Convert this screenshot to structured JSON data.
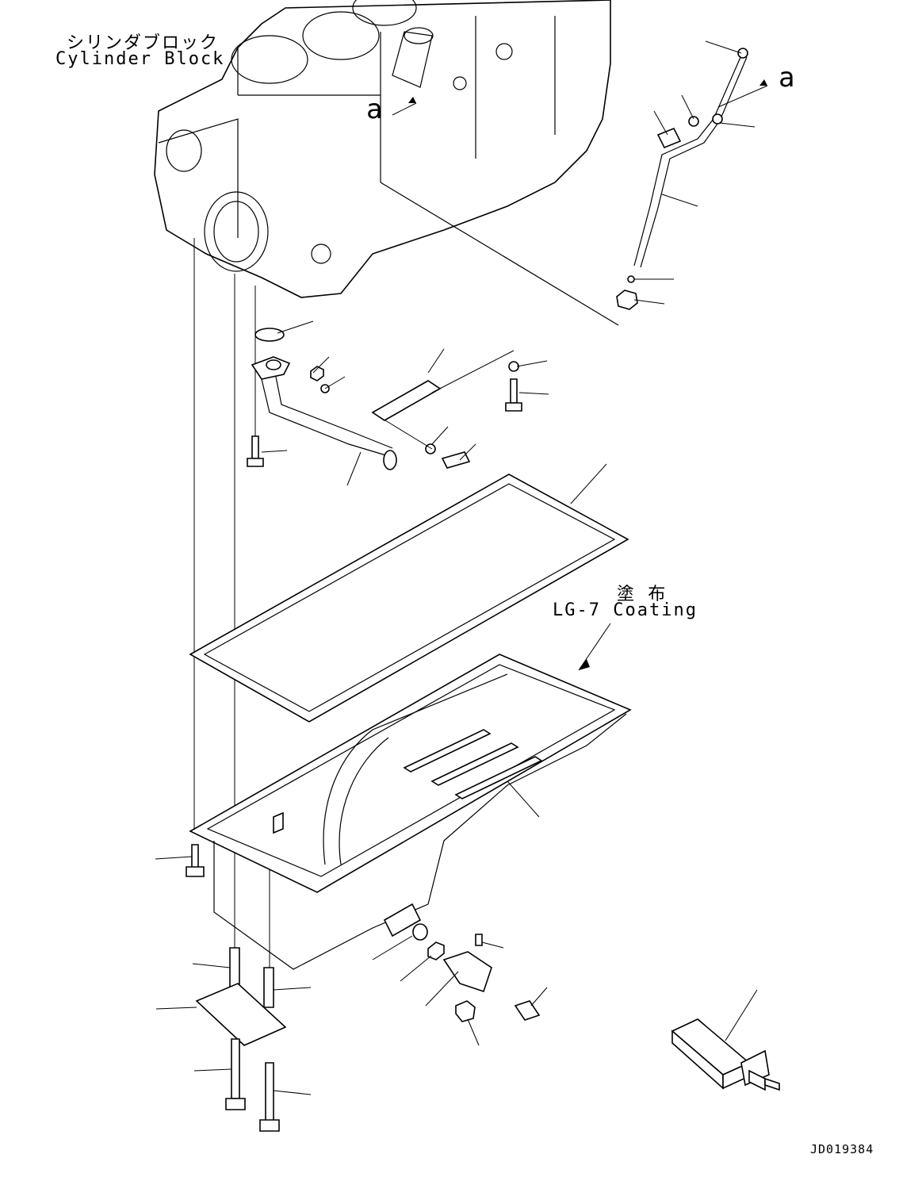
{
  "labels": {
    "block_jp": "シリンダブロック",
    "block_en": "Cylinder Block",
    "coating_jp": "塗 布",
    "coating_en": "LG-7 Coating",
    "view_a_left": "a",
    "view_a_right": "a",
    "drawing_id": "JD019384"
  }
}
